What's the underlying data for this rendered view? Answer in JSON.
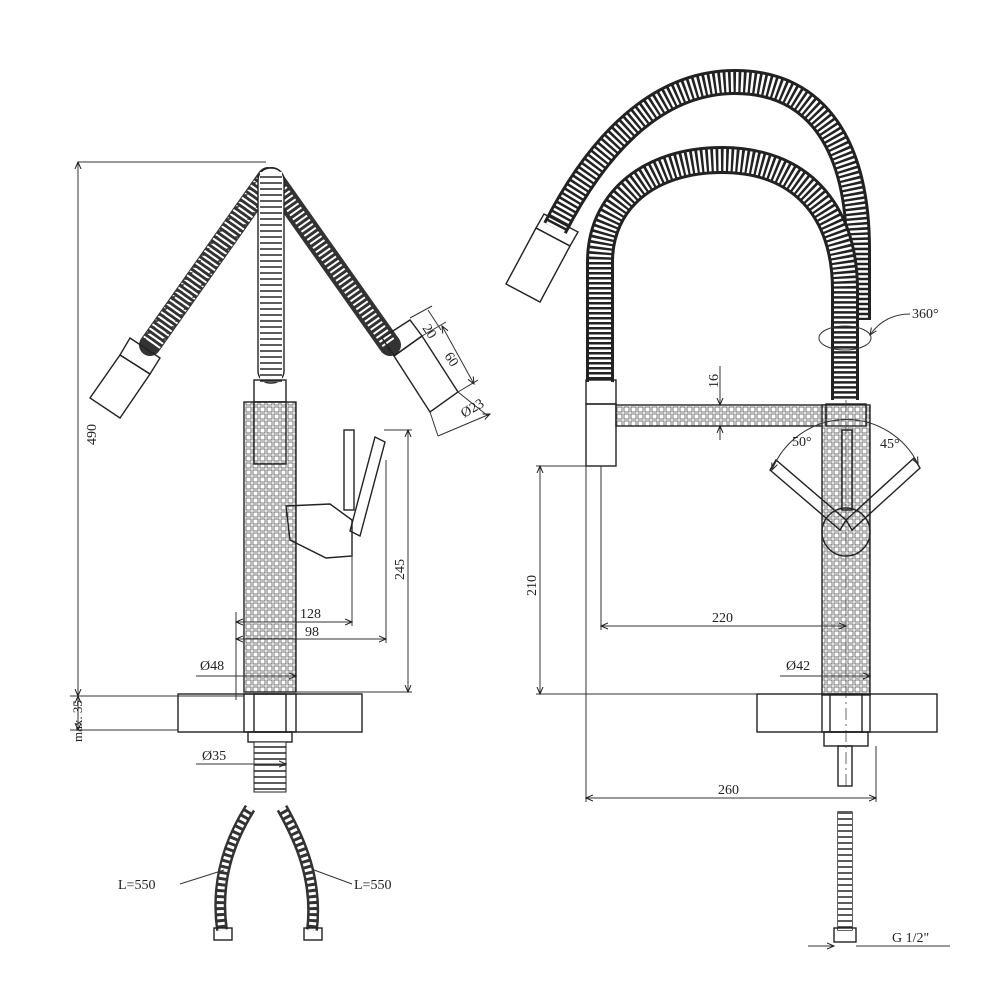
{
  "drawing": {
    "side_view": {
      "height_total": "490",
      "handle_height": "245",
      "body_diameter": "Ø48",
      "reach_handle": "128",
      "reach_body": "98",
      "mount_thickness": "max. 35",
      "thread_diameter": "Ø35",
      "hose_left": "L=550",
      "hose_right": "L=550",
      "spray_length": "60",
      "spray_collar": "20",
      "spray_diameter": "Ø23"
    },
    "front_view": {
      "rotation": "360°",
      "arm_thickness": "16",
      "angle_left": "50°",
      "angle_right": "45°",
      "spout_height": "210",
      "spout_reach": "220",
      "body_diameter": "Ø42",
      "footprint": "260",
      "connection": "G 1/2\""
    }
  }
}
